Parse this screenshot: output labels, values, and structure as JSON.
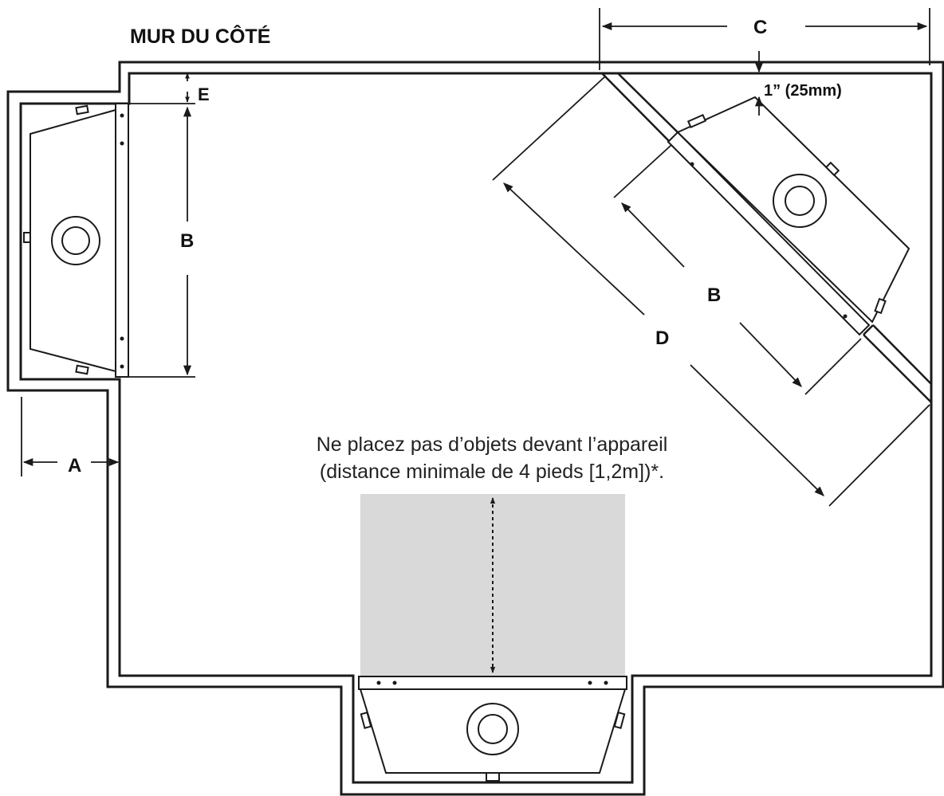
{
  "title": "MUR DU CÔTÉ",
  "labels": {
    "a": "A",
    "b_left": "B",
    "b_right": "B",
    "c": "C",
    "d": "D",
    "e": "E",
    "clearance": "1” (25mm)"
  },
  "note": {
    "line1": "Ne placez pas d’objets devant l’appareil",
    "line2": "(distance minimale de 4 pieds [1,2m])*."
  },
  "colors": {
    "line": "#1a1a1a",
    "zone": "#d9d9d9",
    "background": "#ffffff"
  },
  "icons": {
    "unit": "fireplace-unit-icon",
    "vent": "vent-circle-icon"
  }
}
